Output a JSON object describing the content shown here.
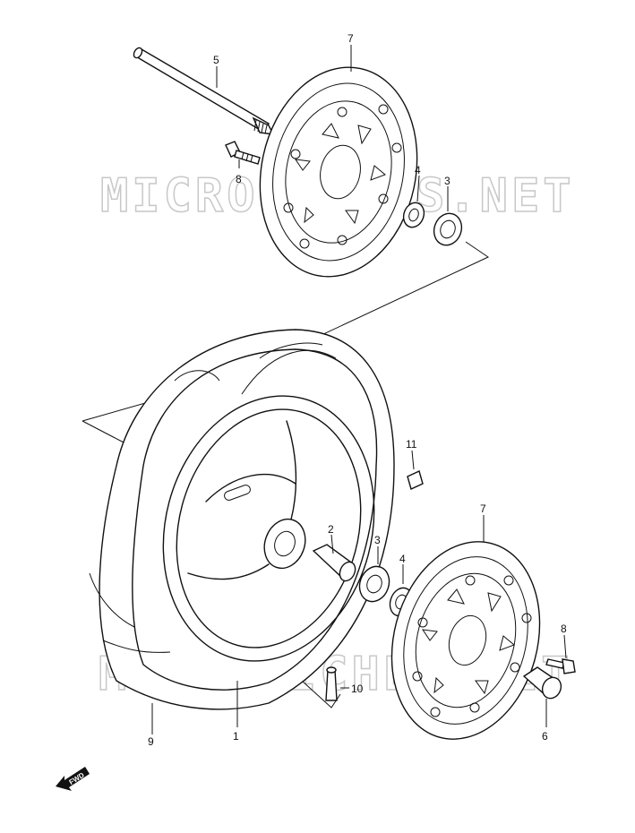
{
  "watermark": "MICROFICHES.NET",
  "fwd_label": "FWD",
  "parts": {
    "p1": "1",
    "p2": "2",
    "p3_top": "3",
    "p3_bottom": "3",
    "p4_top": "4",
    "p4_bottom": "4",
    "p5": "5",
    "p6": "6",
    "p7_top": "7",
    "p7_bottom": "7",
    "p8_top": "8",
    "p8_bottom": "8",
    "p9": "9",
    "p10": "10",
    "p11": "11"
  }
}
